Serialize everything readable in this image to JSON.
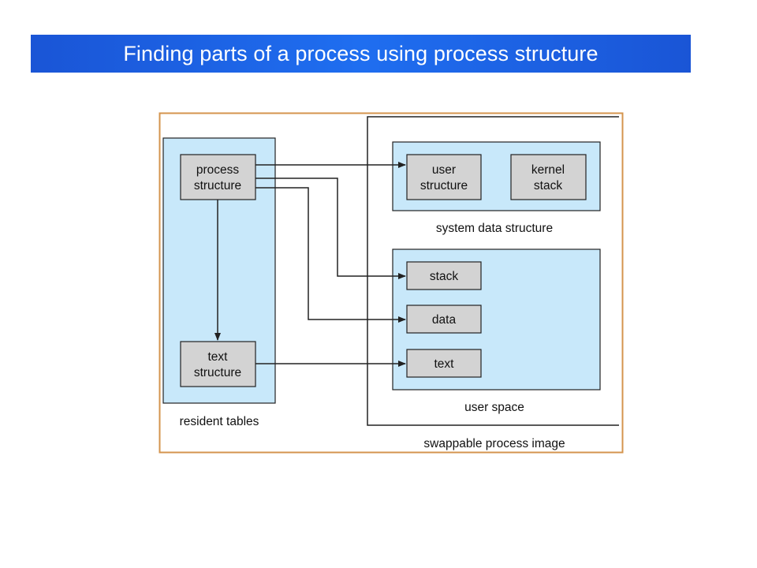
{
  "title": "Finding parts of a process using process structure",
  "colors": {
    "title_bg": "#1f66e8",
    "title_text": "#ffffff",
    "frame_border": "#d4944e",
    "region_fill": "#c8e8fa",
    "box_fill": "#d3d3d3",
    "stroke": "#222222"
  },
  "diagram": {
    "resident_tables": {
      "label": "resident tables",
      "process_structure": [
        "process",
        "structure"
      ],
      "text_structure": [
        "text",
        "structure"
      ]
    },
    "swappable_process_image": {
      "label": "swappable process image",
      "system_data_structure": {
        "label": "system data structure",
        "user_structure": [
          "user",
          "structure"
        ],
        "kernel_stack": [
          "kernel",
          "stack"
        ]
      },
      "user_space": {
        "label": "user space",
        "stack": "stack",
        "data": "data",
        "text": "text"
      }
    }
  }
}
